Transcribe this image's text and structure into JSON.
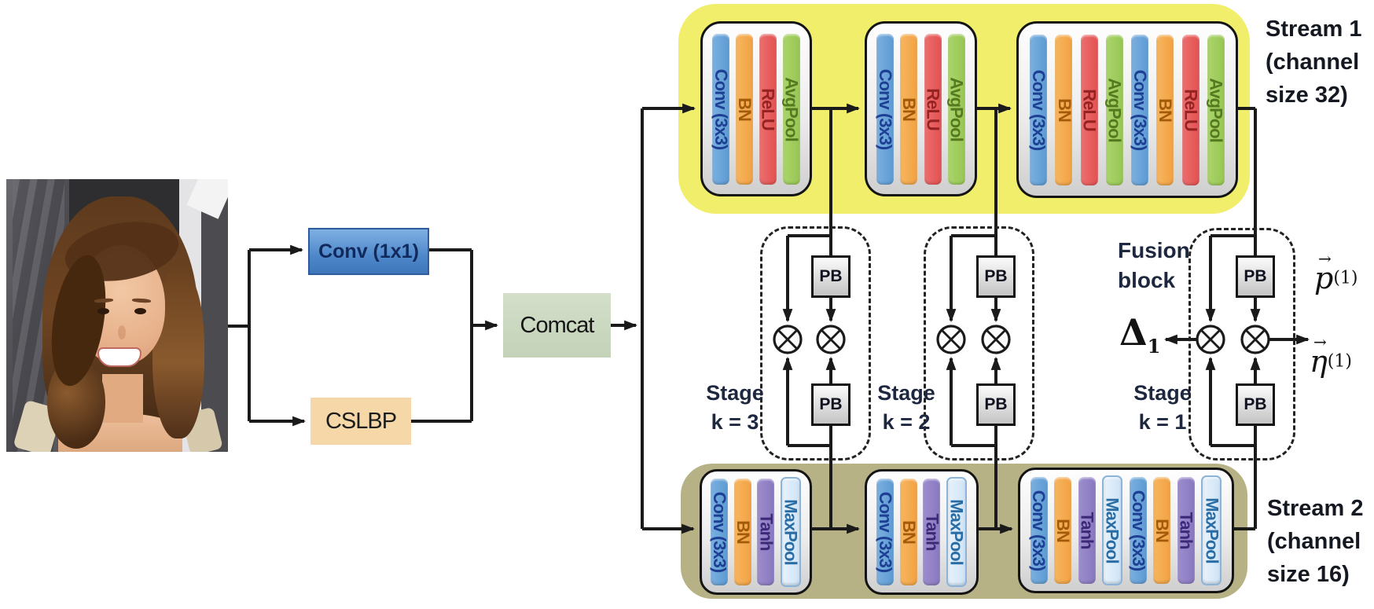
{
  "colors": {
    "stream1_bg": "#f1ee6c",
    "stream2_bg": "#b7b285",
    "conv_bar": "#5b9ad2",
    "bn_bar": "#f2a142",
    "relu_bar": "#e35050",
    "avgpool_bar": "#97c653",
    "tanh_bar": "#8877c0",
    "maxpool_bar": "#cfe4f7"
  },
  "input": {
    "conv1x1_label": "Conv (1x1)",
    "cslbp_label": "CSLBP",
    "comcat_label": "Comcat"
  },
  "stream1": {
    "label_lines": [
      "Stream 1",
      "(channel",
      "size 32)"
    ],
    "blocks": [
      {
        "bars": [
          "Conv (3x3)",
          "BN",
          "ReLU",
          "AvgPool"
        ]
      },
      {
        "bars": [
          "Conv (3x3)",
          "BN",
          "ReLU",
          "AvgPool"
        ]
      },
      {
        "bars": [
          "Conv (3x3)",
          "BN",
          "ReLU",
          "AvgPool",
          "Conv (3x3)",
          "BN",
          "ReLU",
          "AvgPool"
        ]
      }
    ]
  },
  "stream2": {
    "label_lines": [
      "Stream 2",
      "(channel",
      "size 16)"
    ],
    "blocks": [
      {
        "bars": [
          "Conv (3x3)",
          "BN",
          "Tanh",
          "MaxPool"
        ]
      },
      {
        "bars": [
          "Conv (3x3)",
          "BN",
          "Tanh",
          "MaxPool"
        ]
      },
      {
        "bars": [
          "Conv (3x3)",
          "BN",
          "Tanh",
          "MaxPool",
          "Conv (3x3)",
          "BN",
          "Tanh",
          "MaxPool"
        ]
      }
    ]
  },
  "fusion": {
    "pb_label": "PB",
    "title_lines": [
      "Fusion",
      "block"
    ],
    "stages": [
      {
        "lines": [
          "Stage",
          "k = 3"
        ]
      },
      {
        "lines": [
          "Stage",
          "k = 2"
        ]
      },
      {
        "lines": [
          "Stage",
          "k = 1"
        ]
      }
    ],
    "outputs": {
      "delta_symbol": "Δ",
      "delta_sub": "1",
      "p_symbol": "p",
      "p_sup": "(1)",
      "eta_symbol": "η",
      "eta_sup": "(1)",
      "vector_arrow": "→"
    }
  }
}
